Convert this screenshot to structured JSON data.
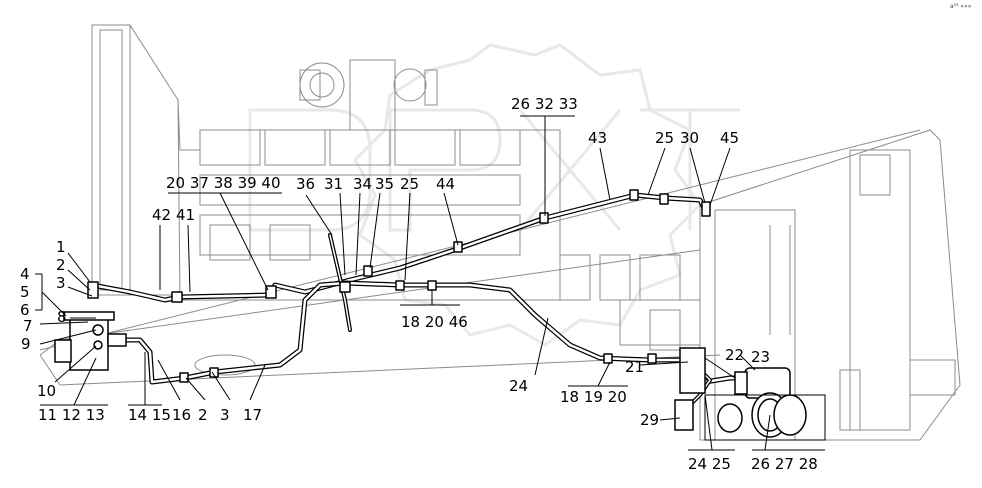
{
  "figure_mark": "a³³ »»»",
  "callouts": {
    "c_1": "1",
    "c_2a": "2",
    "c_3a": "3",
    "c_4": "4",
    "c_5": "5",
    "c_6": "6",
    "c_7": "7",
    "c_8": "8",
    "c_9": "9",
    "c_10": "10",
    "g_11_12_13": "11 12 13",
    "g_14_15": "14 15",
    "c_16": "16",
    "c_2b": "2",
    "c_3b": "3",
    "c_17": "17",
    "c_42": "42",
    "c_41": "41",
    "g_20_37_38_39_40": "20 37 38 39 40",
    "c_36": "36",
    "c_31": "31",
    "c_34": "34",
    "c_35": "35",
    "c_25a": "25",
    "c_44": "44",
    "g_18_20_46": "18 20 46",
    "g_26_32_33": "26 32 33",
    "c_43": "43",
    "c_25b": "25",
    "c_30": "30",
    "c_45": "45",
    "c_24a": "24",
    "g_18_19_20": "18 19 20",
    "c_21": "21",
    "c_22": "22",
    "c_23": "23",
    "c_29": "29",
    "g_24_25": "24 25",
    "g_26_27_28": "26 27 28"
  }
}
